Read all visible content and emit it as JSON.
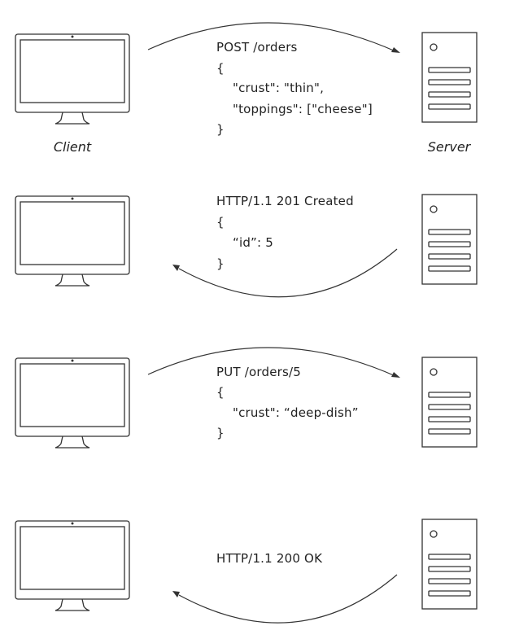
{
  "labels": {
    "client": "Client",
    "server": "Server"
  },
  "exchanges": [
    {
      "direction": "request",
      "lines": [
        "POST   /orders",
        "{",
        "\"crust\": \"thin\",",
        "\"toppings\": [\"cheese\"]",
        "}"
      ]
    },
    {
      "direction": "response",
      "lines": [
        "HTTP/1.1 201 Created",
        "{",
        "“id”: 5",
        "}"
      ]
    },
    {
      "direction": "request",
      "lines": [
        "PUT   /orders/5",
        "{",
        "\"crust\": “deep-dish”",
        "}"
      ]
    },
    {
      "direction": "response",
      "lines": [
        "HTTP/1.1 200 OK"
      ]
    }
  ]
}
